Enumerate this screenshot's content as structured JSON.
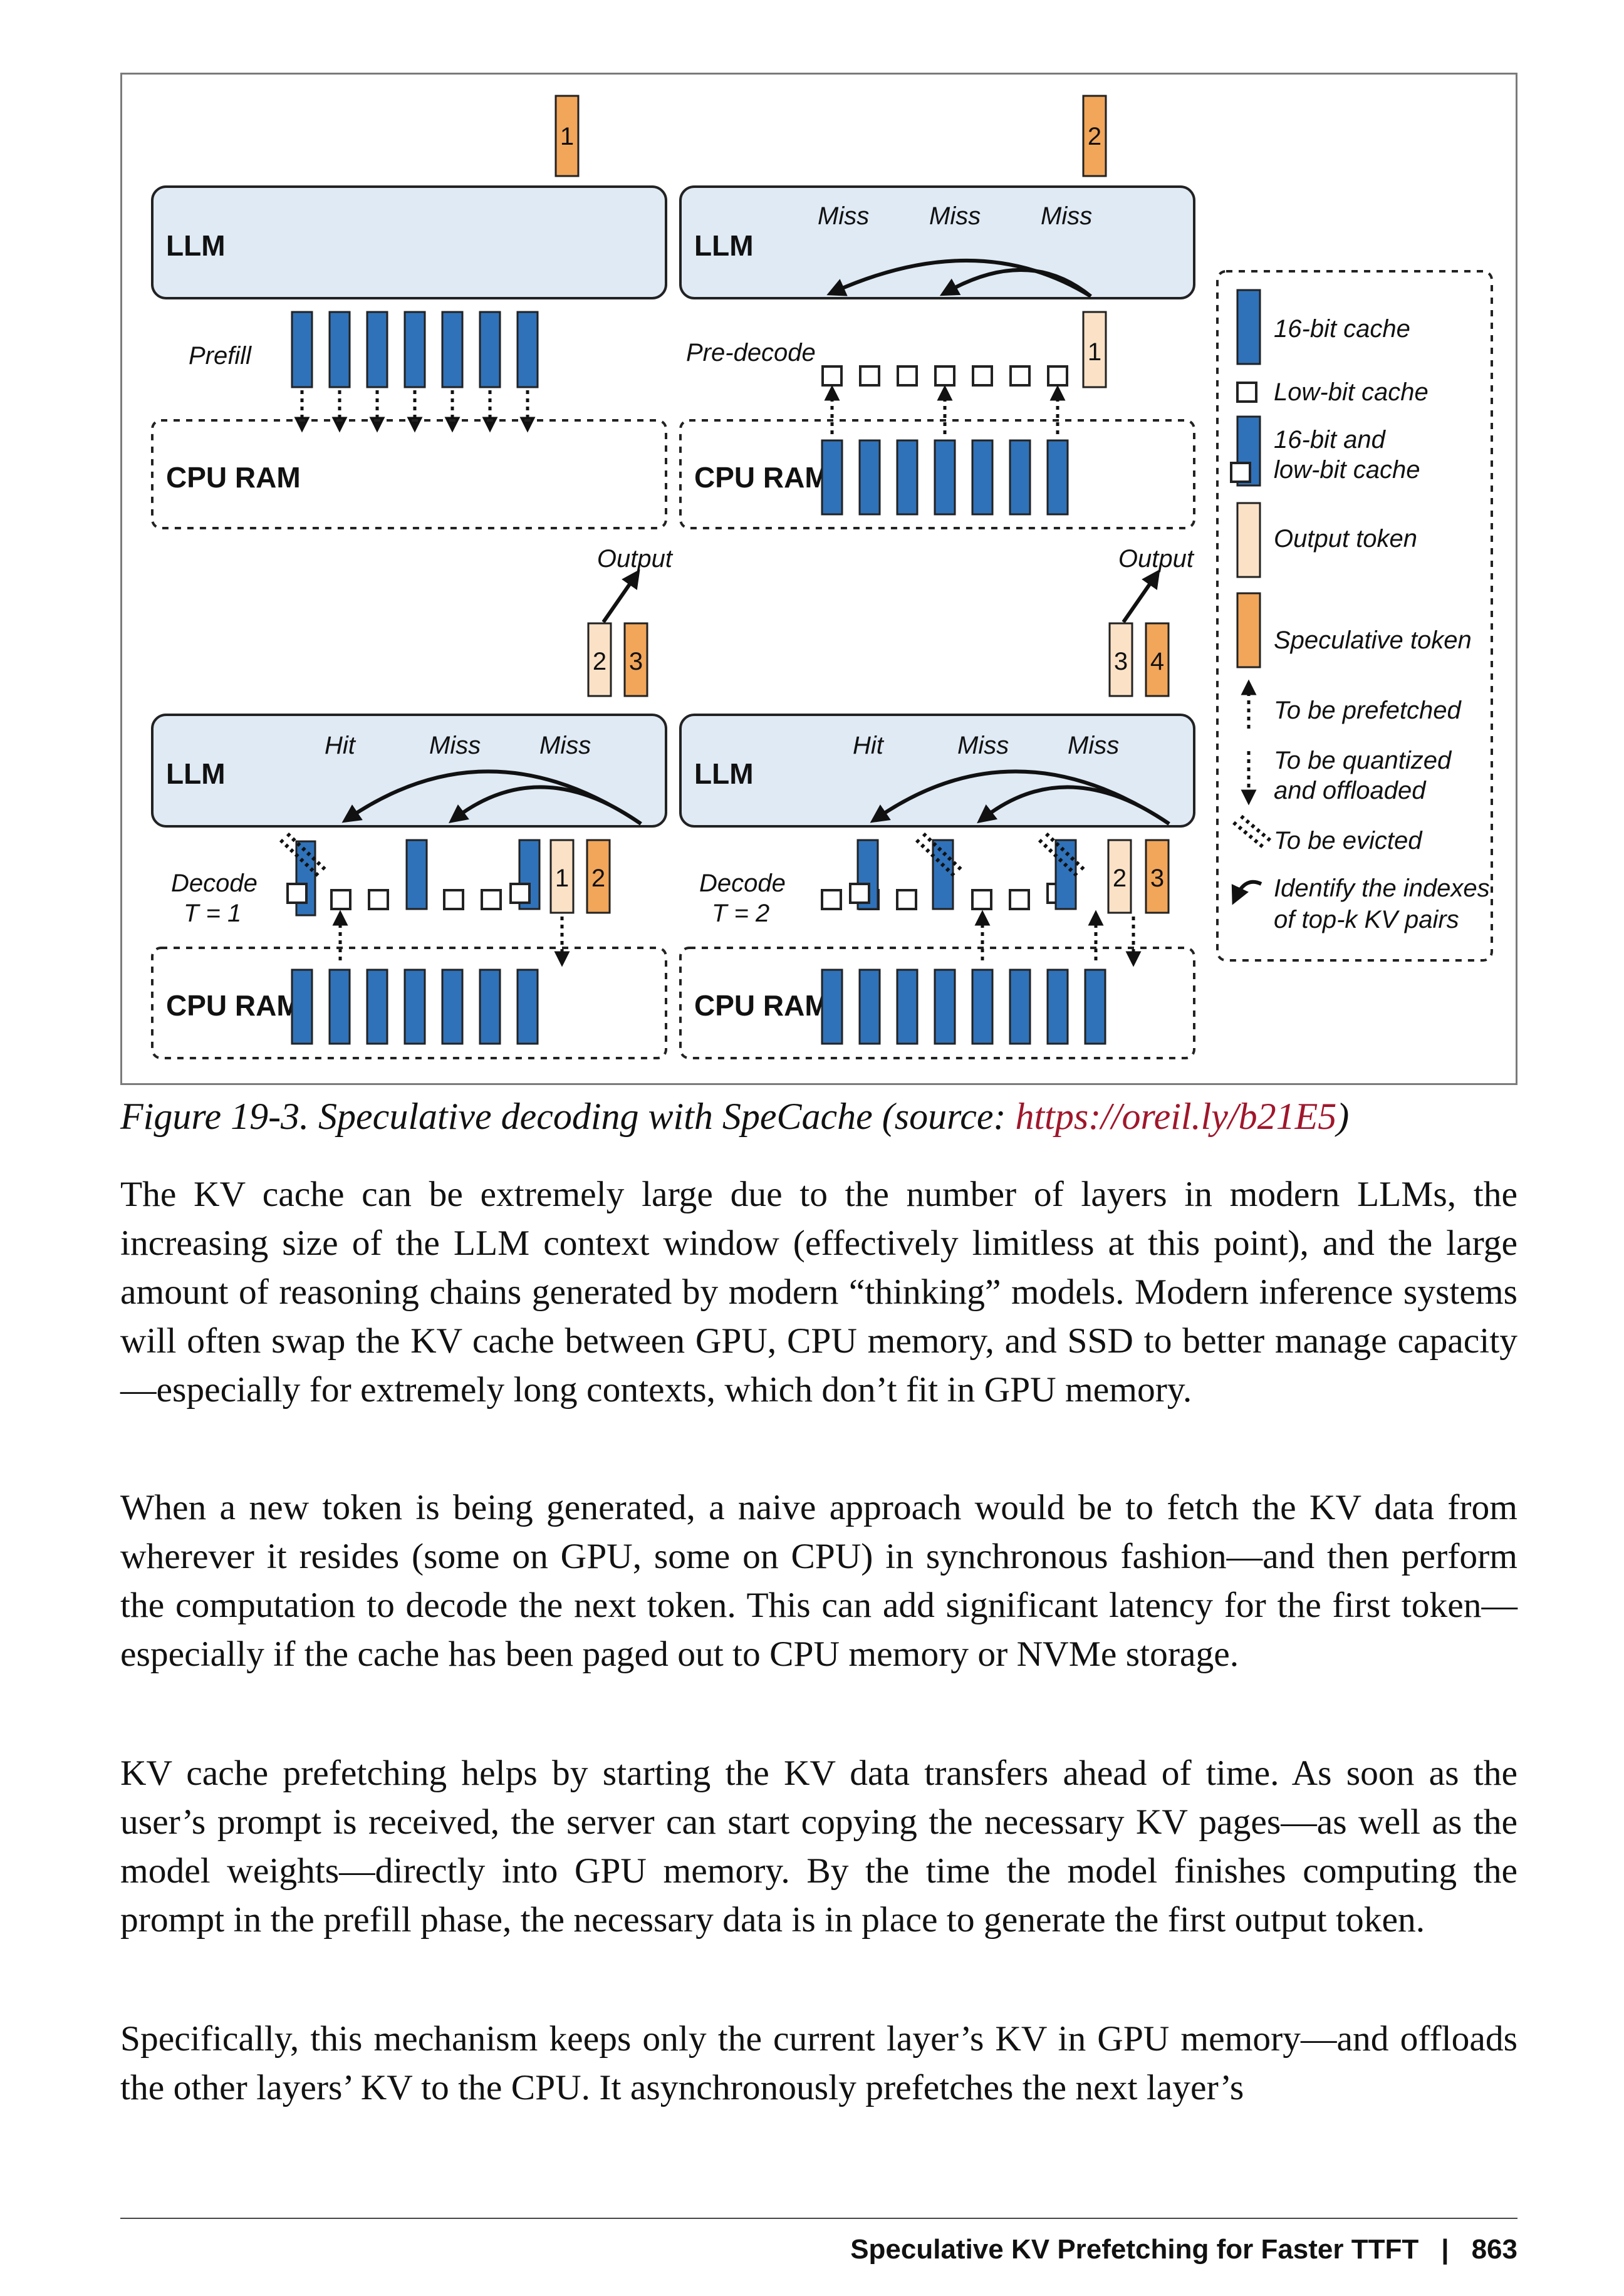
{
  "figure": {
    "tokens": {
      "top_left": "1",
      "top_right": "2",
      "predecode_output": "1",
      "out_left": [
        "2",
        "3"
      ],
      "out_right": [
        "3",
        "4"
      ],
      "decode1_tokens": [
        "1",
        "2"
      ],
      "decode2_tokens": [
        "2",
        "3"
      ]
    },
    "panels": {
      "prefill": {
        "llm_label": "LLM",
        "stage_label": "Prefill",
        "ram_label": "CPU RAM"
      },
      "predecode": {
        "llm_label": "LLM",
        "stage_label": "Pre-decode",
        "ram_label": "CPU RAM",
        "status": [
          "Miss",
          "Miss",
          "Miss"
        ]
      },
      "decode1": {
        "llm_label": "LLM",
        "stage_label_1": "Decode",
        "stage_label_2": "T = 1",
        "ram_label": "CPU RAM",
        "status": [
          "Hit",
          "Miss",
          "Miss"
        ]
      },
      "decode2": {
        "llm_label": "LLM",
        "stage_label_1": "Decode",
        "stage_label_2": "T = 2",
        "ram_label": "CPU RAM",
        "status": [
          "Hit",
          "Miss",
          "Miss"
        ]
      }
    },
    "output_label": "Output",
    "legend": [
      "16-bit cache",
      "Low-bit cache",
      "16-bit and",
      "low-bit cache",
      "Output token",
      "Speculative token",
      "To be prefetched",
      "To be quantized",
      "and offloaded",
      "To be evicted",
      "Identify the indexes",
      "of top-k KV pairs"
    ],
    "colors": {
      "cache_blue": "#2f72b9",
      "llm_box": "#dfeaf4",
      "output_token": "#fbe2c7",
      "speculative_token": "#f2a65a"
    }
  },
  "caption": {
    "text": "Figure 19-3. Speculative decoding with SpeCache (source: ",
    "link": "https://oreil.ly/b21E5",
    "close": ")"
  },
  "paragraphs": [
    "The KV cache can be extremely large due to the number of layers in modern LLMs, the increasing size of the LLM context window (effectively limitless at this point), and the large amount of reasoning chains generated by modern “thinking” models. Modern inference systems will often swap the KV cache between GPU, CPU memory, and SSD to better manage capacity—especially for extremely long contexts, which don’t fit in GPU memory.",
    "When a new token is being generated, a naive approach would be to fetch the KV data from wherever it resides (some on GPU, some on CPU) in synchronous fashion—and then perform the computation to decode the next token. This can add significant latency for the first token—especially if the cache has been paged out to CPU memory or NVMe storage.",
    "KV cache prefetching helps by starting the KV data transfers ahead of time. As soon as the user’s prompt is received, the server can start copying the necessary KV pages—as well as the model weights—directly into GPU memory. By the time the model finishes computing the prompt in the prefill phase, the necessary data is in place to generate the first output token.",
    "Specifically, this mechanism keeps only the current layer’s KV in GPU memory—and offloads the other layers’ KV to the CPU. It asynchronously prefetches the next layer’s"
  ],
  "footer": {
    "section": "Speculative KV Prefetching for Faster TTFT",
    "separator": "|",
    "page_number": "863"
  }
}
